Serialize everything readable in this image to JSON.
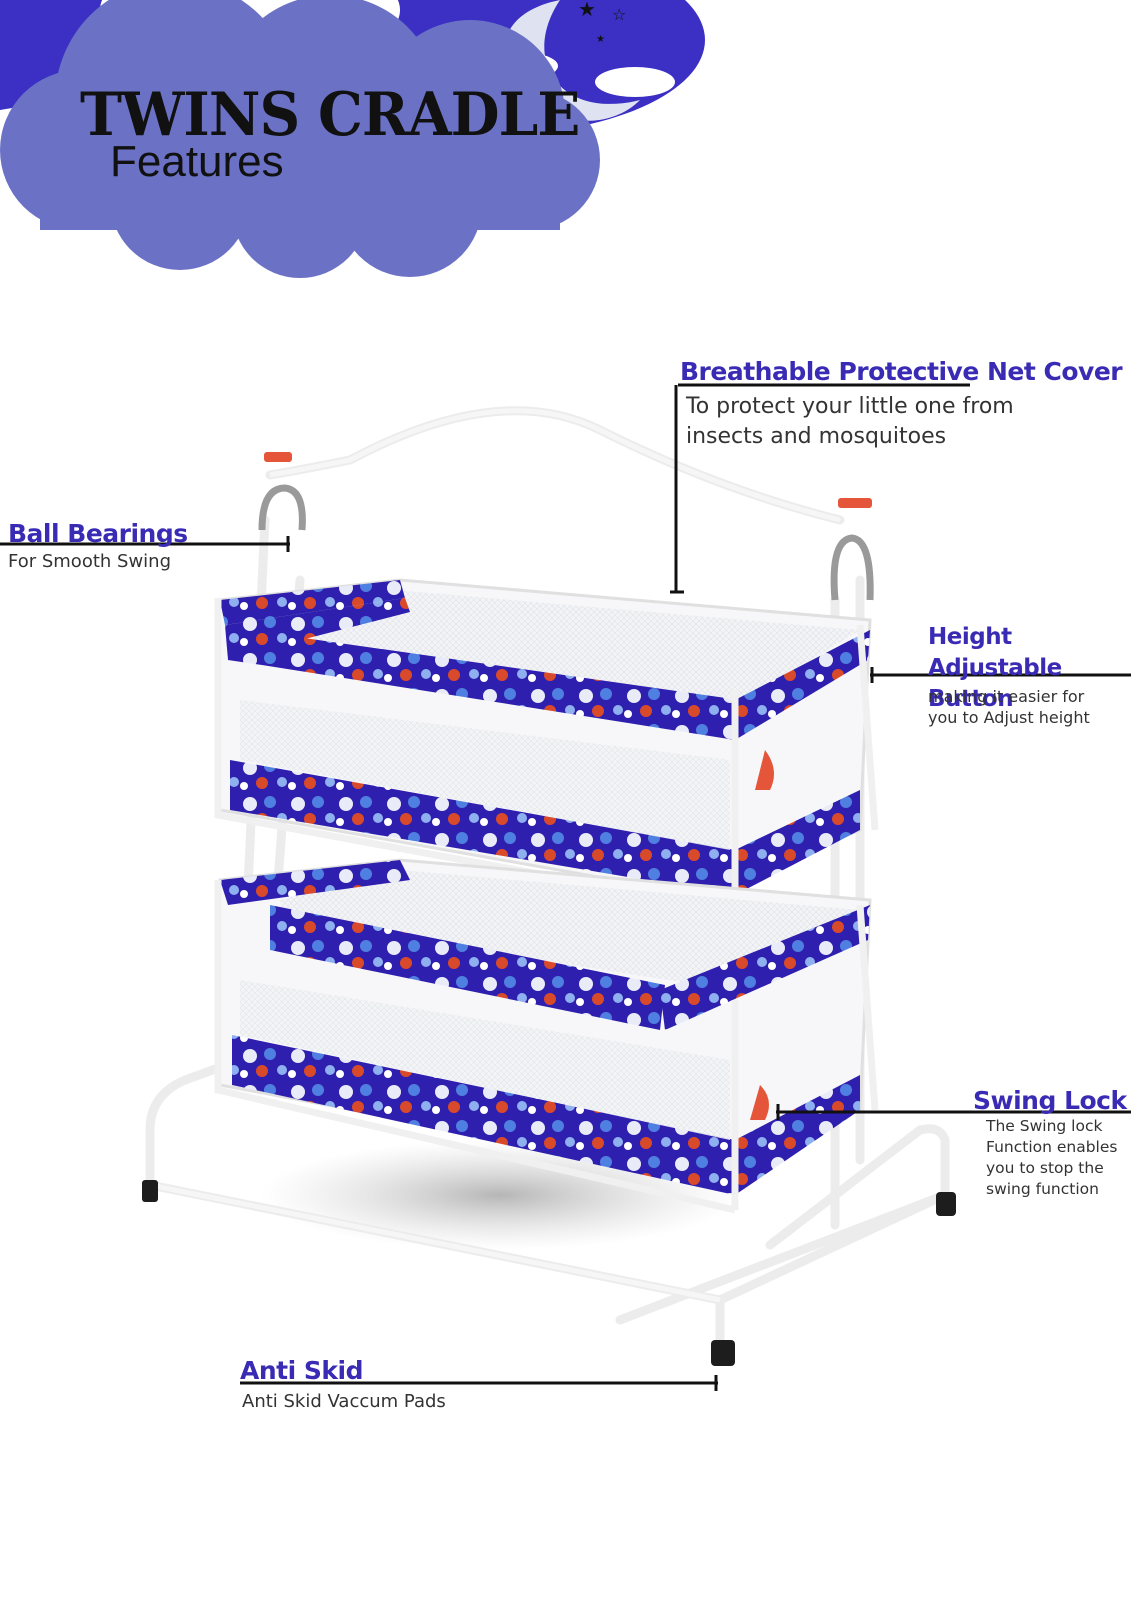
{
  "title": {
    "main": "TWINS CRADLE",
    "sub": "Features"
  },
  "features": {
    "net_cover": {
      "heading": "Breathable Protective Net Cover",
      "description": "To protect your little one from insects and mosquitoes"
    },
    "ball_bearings": {
      "heading": "Ball Bearings",
      "description": "For Smooth Swing"
    },
    "height_button": {
      "heading": "Height Adjustable Button",
      "description": "making it easier for you to Adjust height"
    },
    "swing_lock": {
      "heading": "Swing Lock",
      "description": "The Swing lock Function enables you to stop the swing function"
    },
    "anti_skid": {
      "heading": "Anti Skid",
      "description": "Anti Skid Vaccum Pads"
    }
  },
  "colors": {
    "heading": "#3a2bb5",
    "cloud": "#6b72c6",
    "night_sky": "#3b2fc4",
    "fabric": "#2f1fae",
    "frame": "#f4f4f4"
  }
}
